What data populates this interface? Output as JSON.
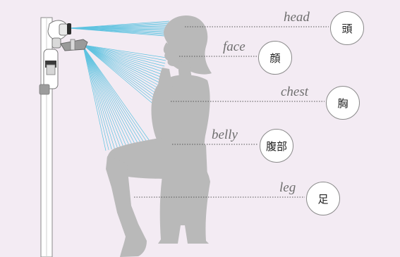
{
  "colors": {
    "background": "#f3ebf3",
    "silhouette": "#b9b9b9",
    "spray": "#5fc3e0",
    "leader": "#555555",
    "text_en": "#6e6e6e"
  },
  "labels": [
    {
      "key": "head",
      "en": "head",
      "jp": "頭"
    },
    {
      "key": "face",
      "en": "face",
      "jp": "顔"
    },
    {
      "key": "chest",
      "en": "chest",
      "jp": "胸"
    },
    {
      "key": "belly",
      "en": "belly",
      "jp": "腹部"
    },
    {
      "key": "leg",
      "en": "leg",
      "jp": "足"
    }
  ]
}
